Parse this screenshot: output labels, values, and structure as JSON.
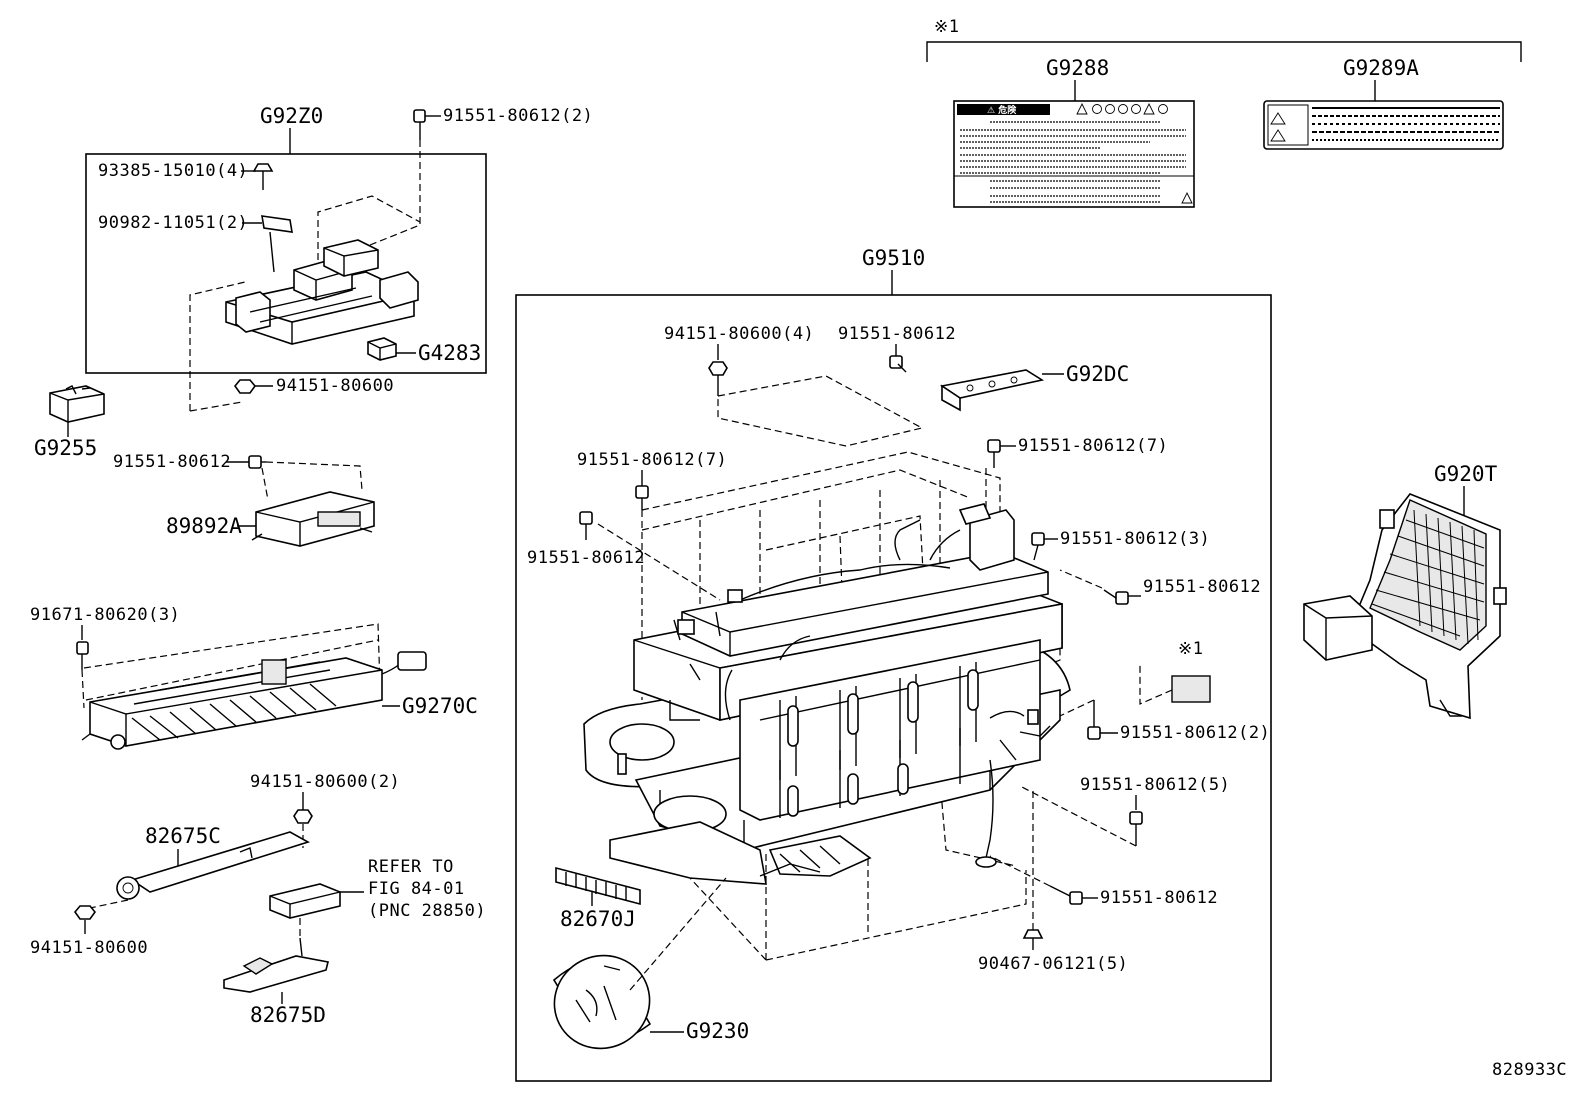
{
  "labels": {
    "note_mark": "※1",
    "g9288": "G9288",
    "g9289a": "G9289A",
    "g92z0": "G92Z0",
    "p91551_80612_2_top": "91551-80612(2)",
    "p93385_15010_4": "93385-15010(4)",
    "p90982_11051_2": "90982-11051(2)",
    "g4283": "G4283",
    "p94151_80600_a": "94151-80600",
    "g9255": "G9255",
    "p91551_80612_left": "91551-80612",
    "p89892a": "89892A",
    "p91671_80620_3": "91671-80620(3)",
    "g9270c": "G9270C",
    "p94151_80600_2": "94151-80600(2)",
    "p82675c": "82675C",
    "refer_line1": "REFER TO",
    "refer_line2": "FIG 84-01",
    "refer_line3": "(PNC 28850)",
    "p94151_80600_b": "94151-80600",
    "p82675d": "82675D",
    "g9510": "G9510",
    "p94151_80600_4": "94151-80600(4)",
    "p91551_80612_top": "91551-80612",
    "g92dc": "G92DC",
    "p91551_80612_7_left": "91551-80612(7)",
    "p91551_80612_7_right": "91551-80612(7)",
    "p91551_80612_mid_left": "91551-80612",
    "p91551_80612_3": "91551-80612(3)",
    "p91551_80612_r1": "91551-80612",
    "note_mark_small": "※1",
    "p91551_80612_2_right": "91551-80612(2)",
    "p91551_80612_5": "91551-80612(5)",
    "p91551_80612_bottom": "91551-80612",
    "p90467_06121_5": "90467-06121(5)",
    "p82670j": "82670J",
    "g9230": "G9230",
    "g920t": "G920T",
    "drawing_no": "828933C",
    "warning_caption": "⚠ 危険"
  }
}
